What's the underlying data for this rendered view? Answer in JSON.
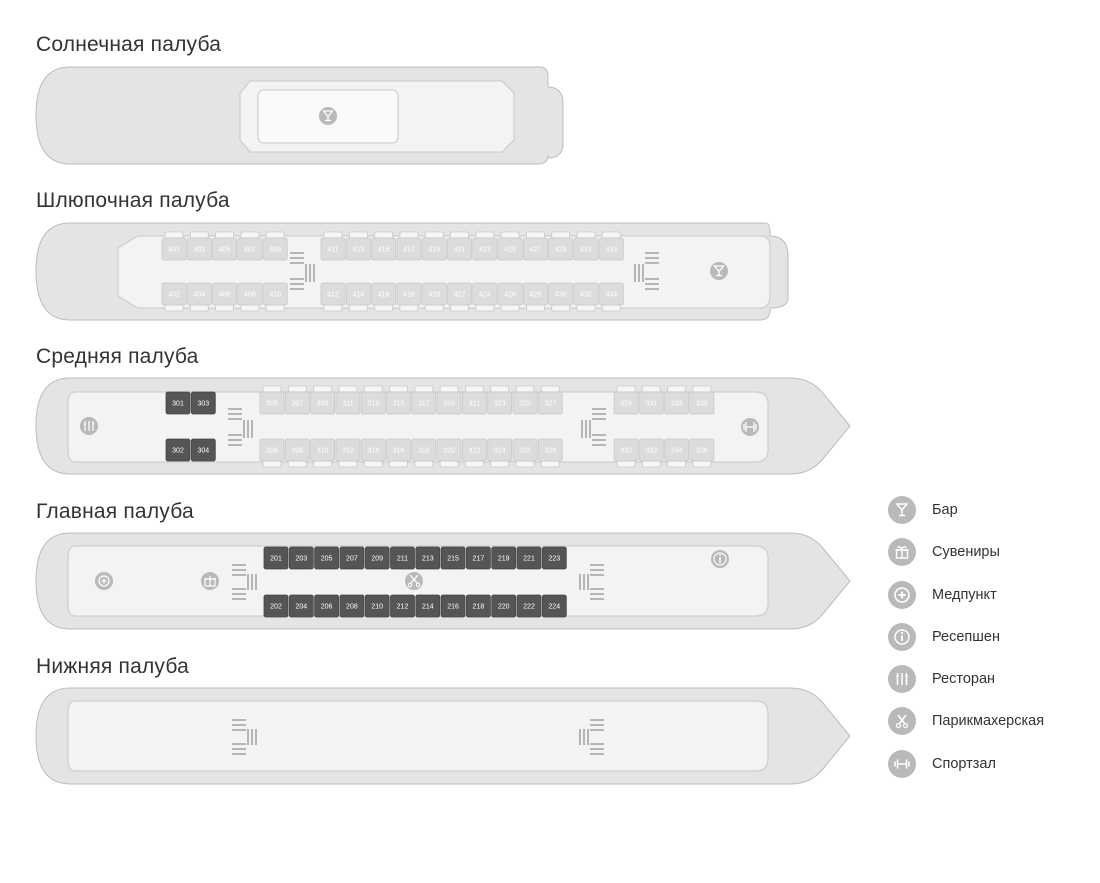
{
  "decks": [
    {
      "id": "sun",
      "title": "Солнечная палуба"
    },
    {
      "id": "boat",
      "title": "Шлюпочная палуба",
      "top_cabins": [
        "401",
        "403",
        "405",
        "407",
        "409",
        "411",
        "413",
        "415",
        "417",
        "419",
        "421",
        "423",
        "425",
        "427",
        "429",
        "431",
        "433"
      ],
      "bottom_cabins": [
        "402",
        "404",
        "406",
        "408",
        "410",
        "412",
        "414",
        "416",
        "418",
        "420",
        "422",
        "424",
        "426",
        "428",
        "430",
        "432",
        "434"
      ]
    },
    {
      "id": "middle",
      "title": "Средняя палуба",
      "dark_top": [
        "301",
        "303"
      ],
      "dark_bottom": [
        "302",
        "304"
      ],
      "top_cabins": [
        "305",
        "307",
        "309",
        "311",
        "313",
        "315",
        "317",
        "319",
        "321",
        "323",
        "325",
        "327",
        "329",
        "331",
        "333",
        "335"
      ],
      "bottom_cabins": [
        "306",
        "308",
        "310",
        "312",
        "314",
        "316",
        "318",
        "320",
        "322",
        "324",
        "326",
        "328",
        "330",
        "332",
        "334",
        "336"
      ]
    },
    {
      "id": "main",
      "title": "Главная палуба",
      "top_cabins": [
        "201",
        "203",
        "205",
        "207",
        "209",
        "211",
        "213",
        "215",
        "217",
        "219",
        "221",
        "223"
      ],
      "bottom_cabins": [
        "202",
        "204",
        "206",
        "208",
        "210",
        "212",
        "214",
        "216",
        "218",
        "220",
        "222",
        "224"
      ]
    },
    {
      "id": "lower",
      "title": "Нижняя палуба"
    }
  ],
  "legend": [
    {
      "icon": "bar-icon",
      "label": "Бар"
    },
    {
      "icon": "gift-icon",
      "label": "Сувениры"
    },
    {
      "icon": "medical-icon",
      "label": "Медпункт"
    },
    {
      "icon": "info-icon",
      "label": "Ресепшен"
    },
    {
      "icon": "restaurant-icon",
      "label": "Ресторан"
    },
    {
      "icon": "scissors-icon",
      "label": "Парикмахерская"
    },
    {
      "icon": "gym-icon",
      "label": "Спортзал"
    }
  ],
  "colors": {
    "hull": "#e4e4e4",
    "hull_stroke": "#bdbdbd",
    "inner": "#f4f4f4",
    "cabin_light": "#dcdcdc",
    "cabin_dark": "#555555",
    "icon": "#b9b9b9"
  }
}
